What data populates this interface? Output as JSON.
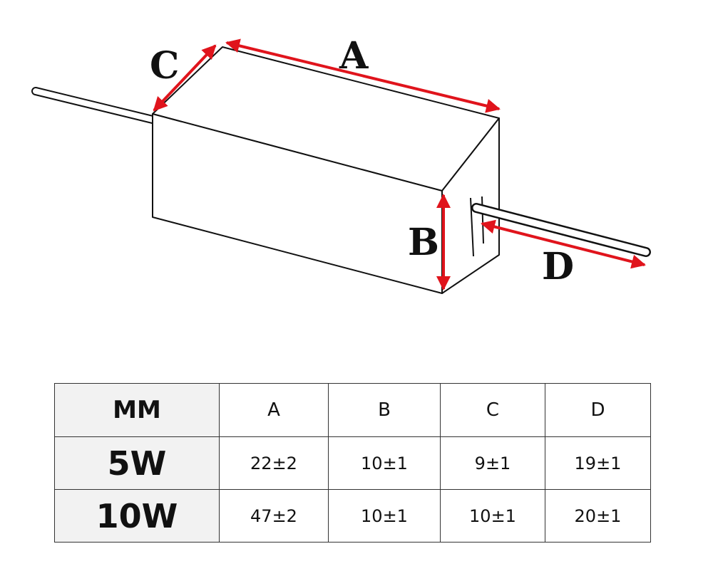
{
  "diagram": {
    "labels": {
      "a": "A",
      "b": "B",
      "c": "C",
      "d": "D"
    },
    "arrow_color": "#e0141c"
  },
  "table": {
    "header": {
      "corner": "MM",
      "columns": [
        "A",
        "B",
        "C",
        "D"
      ]
    },
    "rows": [
      {
        "label": "5W",
        "values": [
          "22±2",
          "10±1",
          "9±1",
          "19±1"
        ]
      },
      {
        "label": "10W",
        "values": [
          "47±2",
          "10±1",
          "10±1",
          "20±1"
        ]
      }
    ]
  }
}
